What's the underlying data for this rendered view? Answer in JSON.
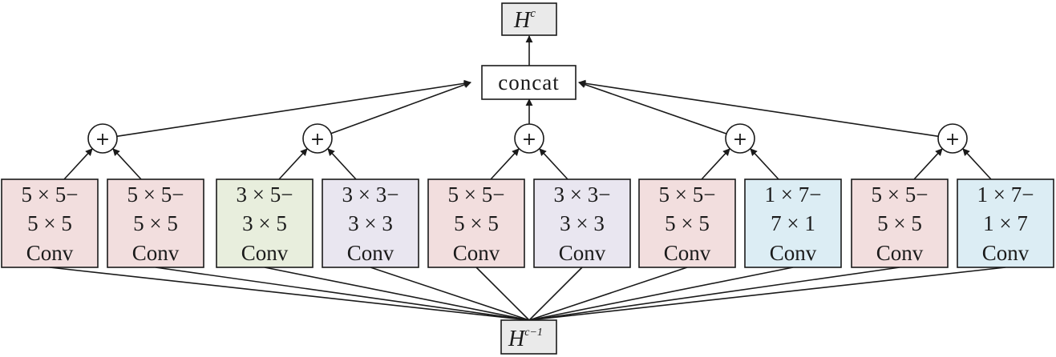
{
  "output_node": {
    "base": "H",
    "superscript": "c",
    "fill": "#eaeaea"
  },
  "input_node": {
    "base": "H",
    "superscript": "c−1",
    "fill": "#eaeaea"
  },
  "concat_node": {
    "label": "concat",
    "fill": "#ffffff"
  },
  "plus_symbol": "+",
  "colors": {
    "pink": "#f2dede",
    "green": "#e8eedd",
    "lavender": "#e9e6f0",
    "blue": "#dcedf4",
    "gray": "#eaeaea",
    "line": "#1a1a1a"
  },
  "pairs": [
    {
      "left": {
        "lines": [
          "5 × 5−",
          "5 × 5",
          "Conv"
        ],
        "color": "pink"
      },
      "right": {
        "lines": [
          "5 × 5−",
          "5 × 5",
          "Conv"
        ],
        "color": "pink"
      }
    },
    {
      "left": {
        "lines": [
          "3 × 5−",
          "3 × 5",
          "Conv"
        ],
        "color": "green"
      },
      "right": {
        "lines": [
          "3 × 3−",
          "3 × 3",
          "Conv"
        ],
        "color": "lavender"
      }
    },
    {
      "left": {
        "lines": [
          "5 × 5−",
          "5 × 5",
          "Conv"
        ],
        "color": "pink"
      },
      "right": {
        "lines": [
          "3 × 3−",
          "3 × 3",
          "Conv"
        ],
        "color": "lavender"
      }
    },
    {
      "left": {
        "lines": [
          "5 × 5−",
          "5 × 5",
          "Conv"
        ],
        "color": "pink"
      },
      "right": {
        "lines": [
          "1 × 7−",
          "7 × 1",
          "Conv"
        ],
        "color": "blue"
      }
    },
    {
      "left": {
        "lines": [
          "5 × 5−",
          "5 × 5",
          "Conv"
        ],
        "color": "pink"
      },
      "right": {
        "lines": [
          "1 × 7−",
          "1 × 7",
          "Conv"
        ],
        "color": "blue"
      }
    }
  ]
}
